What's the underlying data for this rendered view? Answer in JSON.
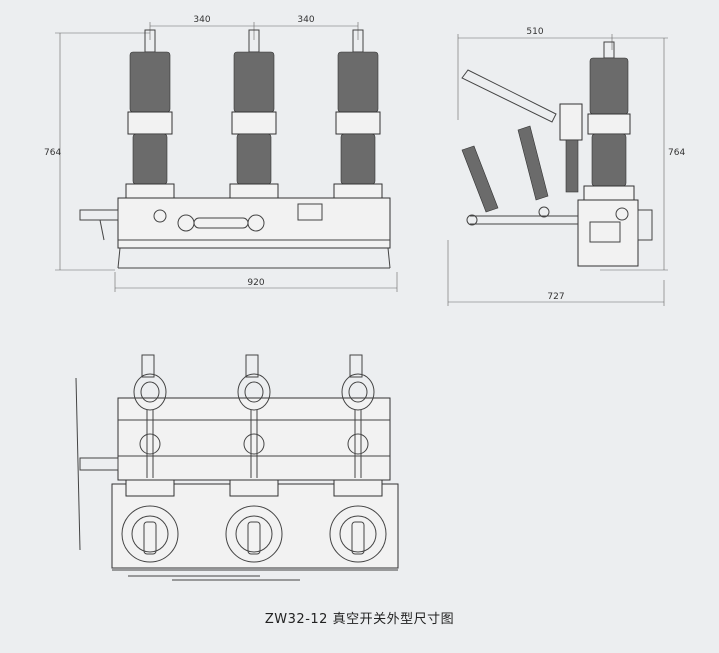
{
  "dimensions": {
    "front_spacing_left": "340",
    "front_spacing_right": "340",
    "front_height": "764",
    "front_width": "920",
    "side_top": "510",
    "side_height": "764",
    "side_width": "727"
  },
  "caption": "ZW32-12 真空开关外型尺寸图",
  "colors": {
    "paper": "#eceef0",
    "line": "#444444",
    "insulator": "#6b6b6b"
  }
}
